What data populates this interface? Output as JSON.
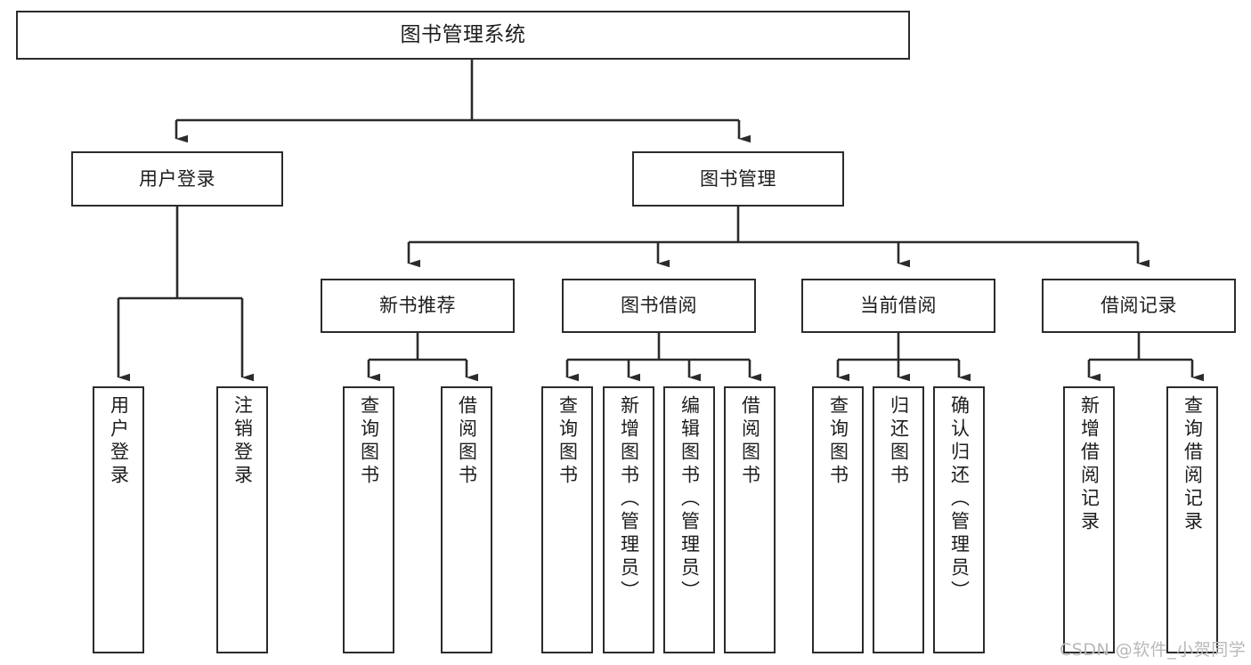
{
  "diagram": {
    "type": "tree-hierarchy-chart",
    "title": "图书管理系统",
    "colors": {
      "stroke": "#2b2b2b",
      "fill": "#ffffff",
      "text": "#1d1d1d",
      "watermark": "#b9b9b9"
    },
    "root": {
      "label": "图书管理系统"
    },
    "level2": [
      {
        "label": "用户登录"
      },
      {
        "label": "图书管理"
      }
    ],
    "level3": [
      {
        "label": "新书推荐"
      },
      {
        "label": "图书借阅"
      },
      {
        "label": "当前借阅"
      },
      {
        "label": "借阅记录"
      }
    ],
    "leaves": {
      "user_login": [
        {
          "label": "用户登录"
        },
        {
          "label": "注销登录"
        }
      ],
      "new_book_recommend": [
        {
          "label": "查询图书"
        },
        {
          "label": "借阅图书"
        }
      ],
      "book_borrow": [
        {
          "label": "查询图书"
        },
        {
          "label": "新增图书（管理员）"
        },
        {
          "label": "编辑图书（管理员）"
        },
        {
          "label": "借阅图书"
        }
      ],
      "current_borrow": [
        {
          "label": "查询图书"
        },
        {
          "label": "归还图书"
        },
        {
          "label": "确认归还（管理员）"
        }
      ],
      "borrow_record": [
        {
          "label": "新增借阅记录"
        },
        {
          "label": "查询借阅记录"
        }
      ]
    },
    "watermark": "CSDN @软件_小贺同学"
  }
}
